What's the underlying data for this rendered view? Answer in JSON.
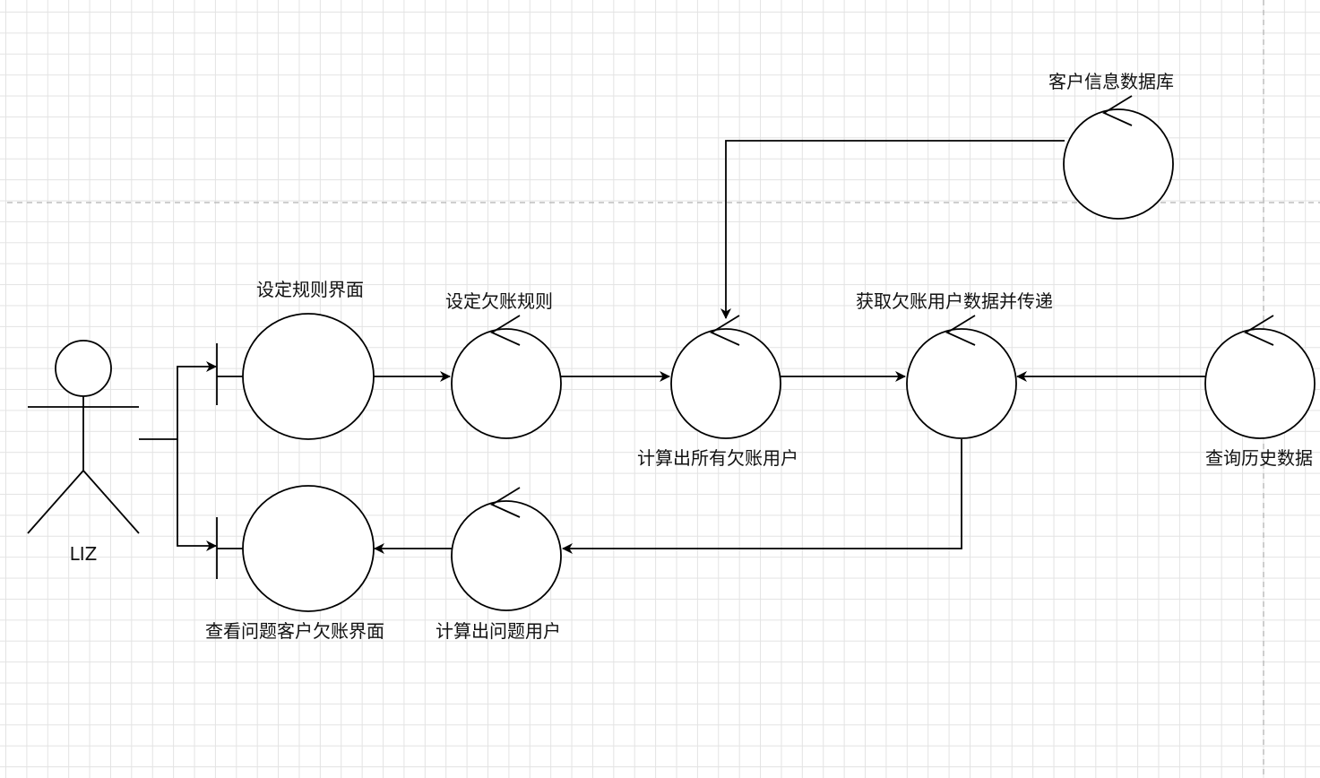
{
  "diagram": {
    "type": "robustness-diagram",
    "actor": {
      "label": "LIZ"
    },
    "boundaries": [
      {
        "id": "rule-ui",
        "label": "设定规则界面"
      },
      {
        "id": "problem-ui",
        "label": "查看问题客户欠账界面"
      }
    ],
    "controls": [
      {
        "id": "set-rule",
        "label": "设定欠账规则"
      },
      {
        "id": "calc-all",
        "label": "计算出所有欠账用户"
      },
      {
        "id": "fetch",
        "label": "获取欠账用户数据并传递"
      },
      {
        "id": "history",
        "label": "查询历史数据"
      },
      {
        "id": "calc-problem",
        "label": "计算出问题用户"
      }
    ],
    "entities": [
      {
        "id": "customer-db",
        "label": "客户信息数据库"
      }
    ],
    "edges": [
      {
        "from": "actor",
        "to": "rule-ui"
      },
      {
        "from": "actor",
        "to": "problem-ui"
      },
      {
        "from": "rule-ui",
        "to": "set-rule"
      },
      {
        "from": "set-rule",
        "to": "calc-all"
      },
      {
        "from": "customer-db",
        "to": "calc-all"
      },
      {
        "from": "calc-all",
        "to": "fetch"
      },
      {
        "from": "history",
        "to": "fetch"
      },
      {
        "from": "fetch",
        "to": "calc-problem"
      },
      {
        "from": "calc-problem",
        "to": "problem-ui"
      }
    ]
  }
}
